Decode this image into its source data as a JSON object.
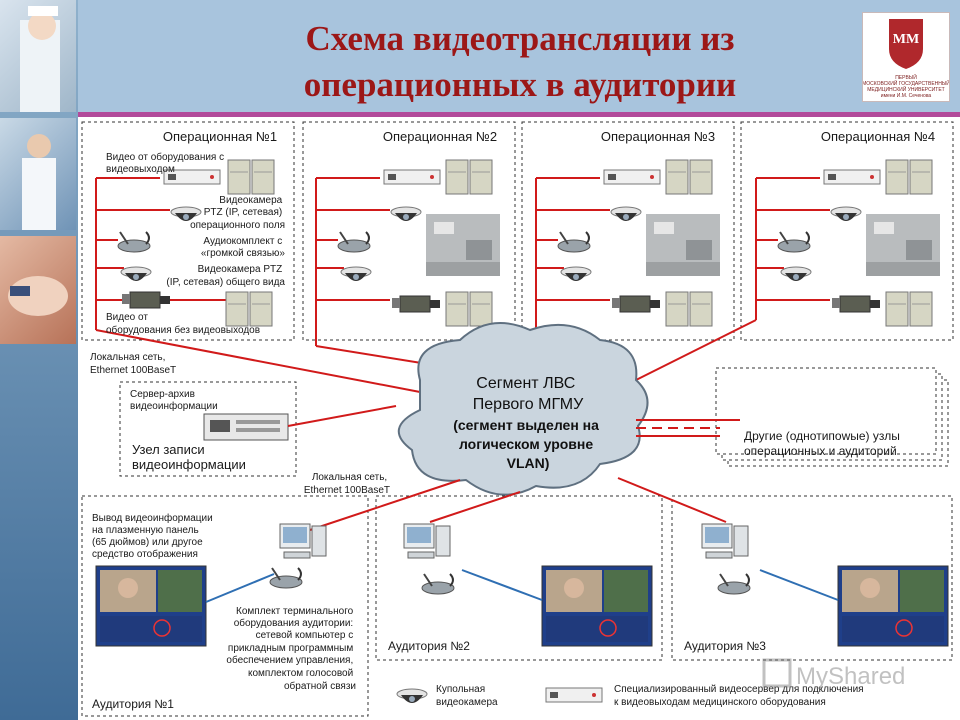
{
  "title": {
    "line1": "Схема видеотрансляции из",
    "line2": "операционных в аудитории"
  },
  "logo_text": {
    "line1": "ПЕРВЫЙ",
    "line2": "МОСКОВСКИЙ ГОСУДАРСТВЕННЫЙ",
    "line3": "МЕДИЦИНСКИЙ УНИВЕРСИТЕТ",
    "line4": "имени И.М. Сеченова"
  },
  "operating_rooms": [
    "Операционная №1",
    "Операционная №2",
    "Операционная №3",
    "Операционная №4"
  ],
  "or1_labels": {
    "video_out_1": "Видео от оборудования с",
    "video_out_2": "видеовыходом",
    "cam1_1": "Видеокамера",
    "cam1_2": "PTZ (IP, сетевая)",
    "cam1_3": "операционного поля",
    "audio_1": "Аудиокомплект с",
    "audio_2": "«громкой связью»",
    "cam2_1": "Видеокамера PTZ",
    "cam2_2": "(IP, сетевая) общего вида",
    "noout_1": "Видео от",
    "noout_2": "оборудования без видеовыходов"
  },
  "network_labels": {
    "lan_top_1": "Локальная сеть,",
    "lan_top_2": "Ethernet 100BaseT",
    "lan_bottom_1": "Локальная сеть,",
    "lan_bottom_2": "Ethernet 100BaseT"
  },
  "server": {
    "label_1": "Сервер-архив",
    "label_2": "видеоинформации",
    "node_1": "Узел записи",
    "node_2": "видеоинформации"
  },
  "cloud": {
    "line1": "Сегмент ЛВС",
    "line2": "Первого МГМУ",
    "line3": "(сегмент выделен на",
    "line4": "логическом уровне",
    "line5": "VLAN)"
  },
  "other_nodes": {
    "line1": "Другие (однотипowые) узлы",
    "line2": "операционных и аудиторий"
  },
  "aud1_labels": {
    "out_1": "Вывод видеоинформации",
    "out_2": "на плазменную панель",
    "out_3": "(65 дюймов) или другое",
    "out_4": "средство отображения",
    "kit_1": "Комплект терминального",
    "kit_2": "оборудования аудитории:",
    "kit_3": "сетевой компьютер с",
    "kit_4": "прикладным программным",
    "kit_5": "обеспечением управления,",
    "kit_6": "комплектом голосовой",
    "kit_7": "обратной связи"
  },
  "auditoriums": [
    "Аудитория №1",
    "Аудитория №2",
    "Аудитория №3"
  ],
  "legend": {
    "dome_1": "Купольная",
    "dome_2": "видеокамера",
    "server_1": "Специализированный видеосервер для подключения",
    "server_2": "к видеовыходам медицинского оборудования"
  },
  "watermark": "MyShared",
  "colors": {
    "header_bg": "#a8c4dd",
    "title": "#9c1717",
    "accent_line": "#b24a9a",
    "network_line": "#d11a1a",
    "link_line": "#2f6fb3"
  }
}
